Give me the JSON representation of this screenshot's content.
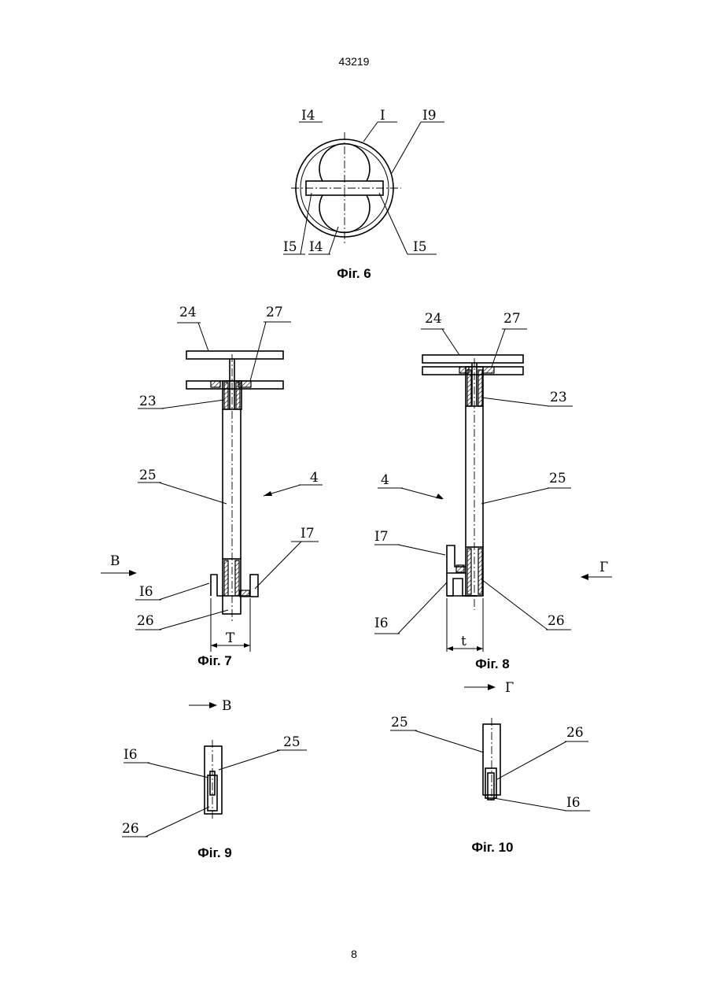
{
  "header": {
    "doc_number": "43219"
  },
  "footer": {
    "page_number": "8"
  },
  "figures": {
    "fig6": {
      "caption": "Фіг. 6",
      "labels": {
        "l14_top": "I4",
        "l1": "I",
        "l19": "I9",
        "l15_left": "I5",
        "l14_bottom": "I4",
        "l15_right": "I5"
      }
    },
    "fig7": {
      "caption": "Фіг. 7",
      "labels": {
        "l24": "24",
        "l27": "27",
        "l23": "23",
        "l25": "25",
        "l4": "4",
        "lB": "B",
        "l17": "I7",
        "l16": "I6",
        "l26": "26",
        "lT": "T"
      }
    },
    "fig8": {
      "caption": "Фіг. 8",
      "labels": {
        "l24": "24",
        "l27": "27",
        "l23": "23",
        "l4": "4",
        "l25": "25",
        "l17": "I7",
        "lG": "Г",
        "l16": "I6",
        "l26": "26",
        "lt": "t"
      }
    },
    "fig9": {
      "caption": "Фіг. 9",
      "labels": {
        "lB": "B",
        "l16": "I6",
        "l25": "25",
        "l26": "26"
      }
    },
    "fig10": {
      "caption": "Фіг. 10",
      "labels": {
        "lG": "Г",
        "l25": "25",
        "l26": "26",
        "l16": "I6"
      }
    }
  }
}
